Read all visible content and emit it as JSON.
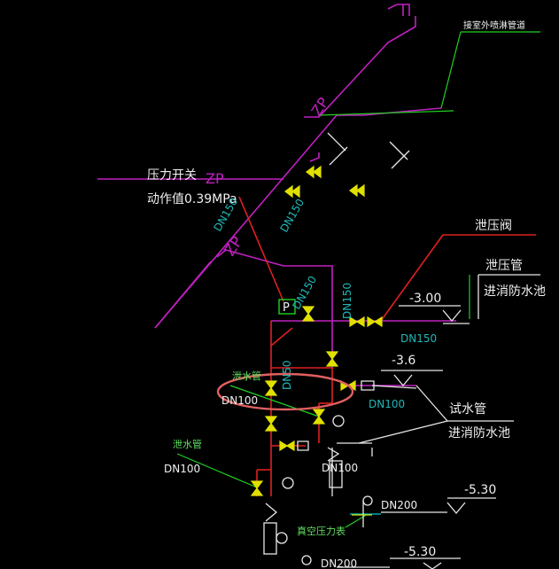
{
  "labels": {
    "top_right": "接室外喷淋管道",
    "pressure_switch": "压力开关",
    "action_value": "动作值0.39MPa",
    "zp_main": "ZP",
    "zp_diag": "ZP",
    "zp_top": "ZP",
    "relief_valve": "泄压阀",
    "relief_pipe": "泄压管",
    "to_pool_1": "进消防水池",
    "test_pipe": "试水管",
    "to_pool_2": "进消防水池",
    "drain_pipe_1": "泄水管",
    "drain_pipe_2": "泄水管",
    "vacuum_gauge": "真空压力表",
    "p_box": "P"
  },
  "dims": {
    "dn150_a": "DN150",
    "dn150_b": "DN150",
    "dn150_c": "DN150",
    "dn150_d": "DN150",
    "dn150_e": "DN150",
    "dn50": "DN50",
    "dn100_a": "DN100",
    "dn100_b": "DN100",
    "dn100_c": "DN100",
    "dn100_d": "DN100",
    "dn200_a": "DN200",
    "dn200_b": "DN200"
  },
  "elevations": {
    "e1": "-3.00",
    "e2": "-3.6",
    "e3": "-5.30",
    "e4": "-5.30"
  },
  "colors": {
    "background": "#000000",
    "pipe_main": "#c020c0",
    "pipe_riser": "#e02020",
    "leader": "#20d020",
    "highlight_circle": "#e06060",
    "valve": "#e0e000",
    "dimension_text": "#20b8b8"
  }
}
